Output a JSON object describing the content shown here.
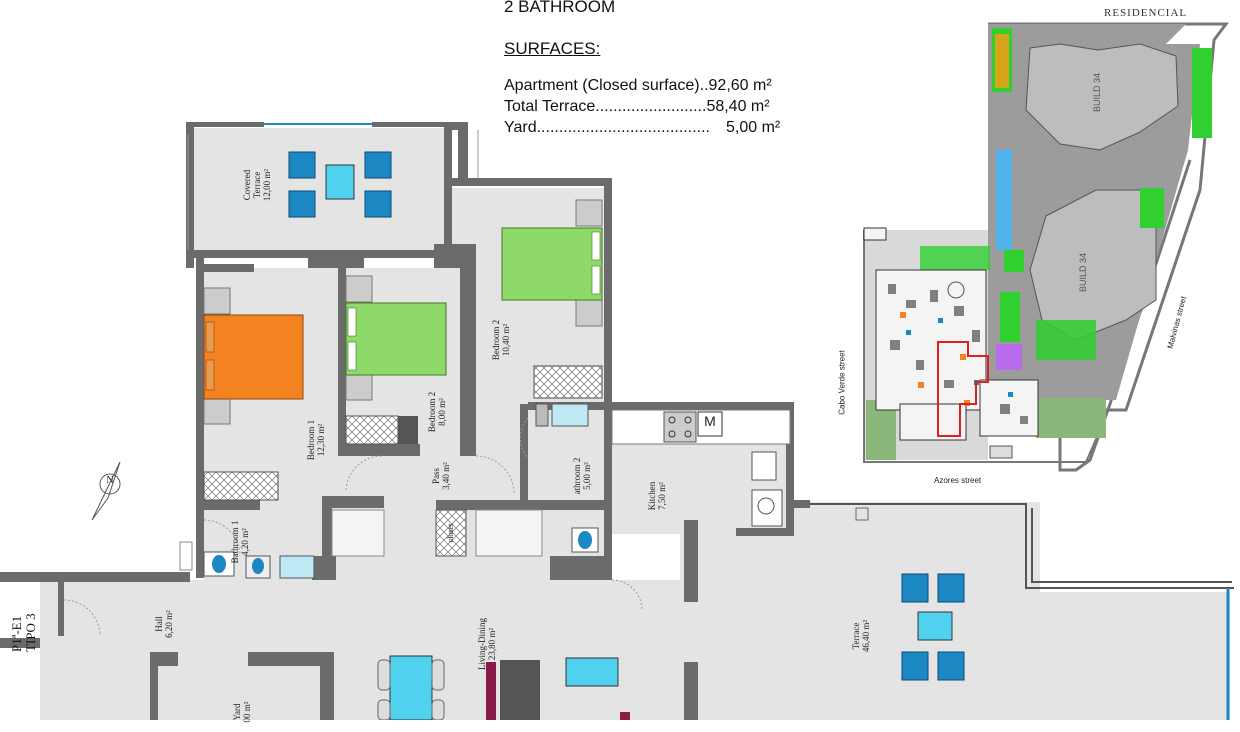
{
  "header": {
    "bathrooms": "2 BATHROOM",
    "surfaces_title": "SURFACES:",
    "surfaces": [
      {
        "label": "Apartment (Closed surface)..",
        "value": "92,60 m²"
      },
      {
        "label": "Total Terrace.........................",
        "value": "58,40 m²"
      },
      {
        "label": "Yard.......................................",
        "value": "5,00 m²"
      }
    ]
  },
  "rooms": {
    "covered_terrace": {
      "name": "Covered\nTerrace",
      "area": "12,00 m²"
    },
    "bedroom1": {
      "name": "Bedroom 1",
      "area": "12,30 m²"
    },
    "bedroom2a": {
      "name": "Bedroom 2",
      "area": "8,00 m²"
    },
    "bedroom2b": {
      "name": "Bedroom 2",
      "area": "10,40 m²"
    },
    "pass": {
      "name": "Pass",
      "area": "3,40 m²"
    },
    "bathroom2": {
      "name": "athroom 2",
      "area": "5,00 m²"
    },
    "kitchen": {
      "name": "Kitchen",
      "area": "7,50 m²"
    },
    "bathroom1": {
      "name": "Bathroom 1",
      "area": "4,20 m²"
    },
    "hall": {
      "name": "Hall",
      "area": "6,20 m²"
    },
    "living": {
      "name": "Living-Dining",
      "area": "23,80 m²"
    },
    "terrace": {
      "name": "Terrace",
      "area": "46,40 m²"
    },
    "yard": {
      "name": "Yard",
      "area": "00 m²"
    },
    "closet": "closet"
  },
  "unit": {
    "line1": "P1ª-E1",
    "line2": "TIPO 3"
  },
  "appliance_label": "M",
  "compass_label": "N",
  "site_plan": {
    "brand": "RESIDENCIAL",
    "build_a": "BUILD 34",
    "build_b": "BUILD 34",
    "streets": {
      "bottom": "Azores street",
      "left": "Cabo Verde street",
      "right": "Malvinas street"
    }
  },
  "colors": {
    "wall": "#6b6b6b",
    "floor": "#e4e4e4",
    "bed_master": "#f58220",
    "bed_secondary": "#8fd96a",
    "furniture_blue": "#1b87c3",
    "table_cyan": "#4fd1ef",
    "site_green": "#2fd02f",
    "site_highlight": "#e02020"
  }
}
